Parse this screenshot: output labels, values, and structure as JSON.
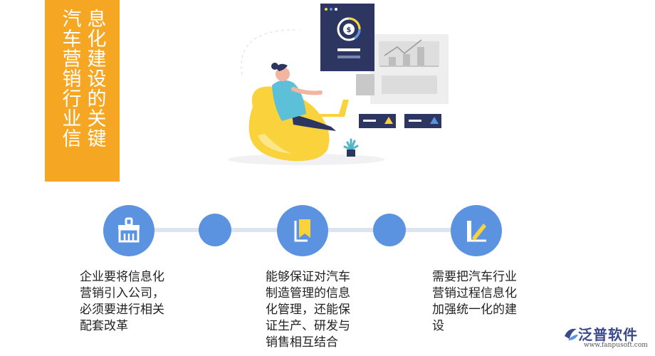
{
  "title": {
    "col1": "汽车营销行业信",
    "col2": "息化建设的关键"
  },
  "steps": [
    {
      "icon": "brush-icon",
      "text": [
        "企业要将信息化",
        "营销引入公司，",
        "必须要进行相关",
        "配套改革"
      ]
    },
    {
      "icon": "bookmark-icon",
      "text": [
        "能够保证对汽车",
        "制造管理的信息",
        "化管理，还能保",
        "证生产、研发与",
        "销售相互结合"
      ]
    },
    {
      "icon": "pencil-ruler-icon",
      "text": [
        "需要把汽车行业",
        "营销过程信息化",
        "加强统一化的建",
        "设"
      ]
    }
  ],
  "logo": {
    "name": "泛普软件",
    "url": "www.fanpusoft.com"
  },
  "illustration": {
    "dollar_symbol": "$"
  },
  "colors": {
    "accent": "#f5a623",
    "circle": "#5b93e0",
    "card": "#2d3561",
    "chair": "#f9d23c"
  }
}
